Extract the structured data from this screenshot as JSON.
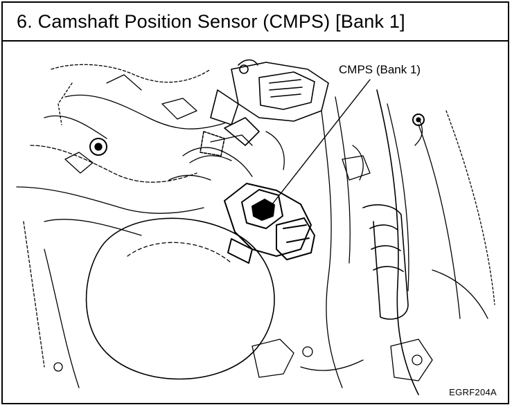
{
  "header": {
    "title": "6. Camshaft Position Sensor (CMPS) [Bank 1]"
  },
  "diagram": {
    "callout_label": "CMPS (Bank 1)",
    "figure_code": "EGRF204A"
  }
}
